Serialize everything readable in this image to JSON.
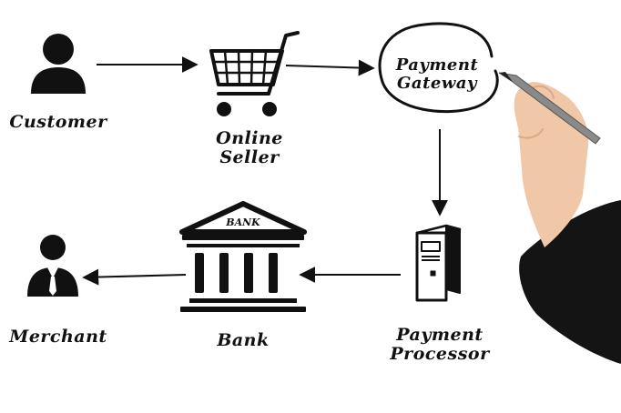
{
  "nodes": {
    "customer": {
      "label": "Customer"
    },
    "online_seller": {
      "line1": "Online",
      "line2": "Seller"
    },
    "payment_gateway": {
      "line1": "Payment",
      "line2": "Gateway"
    },
    "payment_processor": {
      "line1": "Payment",
      "line2": "Processor"
    },
    "bank": {
      "label": "Bank",
      "sign": "BANK"
    },
    "merchant": {
      "label": "Merchant"
    }
  },
  "colors": {
    "ink": "#111111",
    "skin": "#f0c8a8",
    "sleeve": "#141414",
    "pen": "#8a8a8a"
  }
}
